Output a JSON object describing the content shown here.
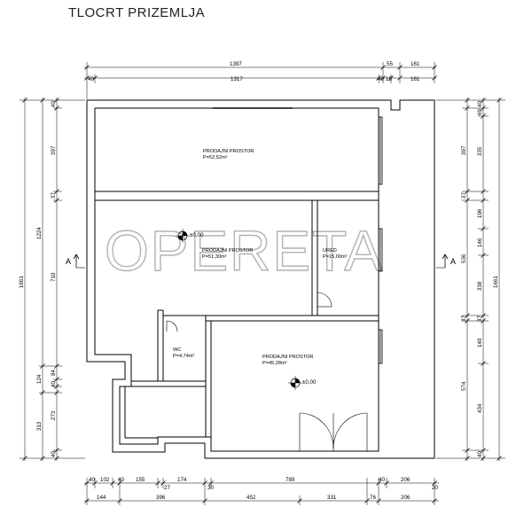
{
  "title": "TLOCRT PRIZEMLJA",
  "watermark": "OPERETA",
  "top_dims": {
    "row1": [
      "1397",
      "55",
      "161"
    ],
    "row2": [
      "40",
      "1317",
      "40",
      "15",
      "161"
    ]
  },
  "left_dims": {
    "outer": "1661",
    "middle": [
      "1224",
      "124",
      "313"
    ],
    "inner": [
      "40",
      "397",
      "37",
      "710",
      "84",
      "40",
      "273",
      "40"
    ]
  },
  "right_dims": {
    "outer": "1661",
    "middle": [
      "397",
      "37",
      "536",
      "37",
      "574"
    ],
    "inner": [
      "40",
      "69",
      "335",
      "196",
      "146",
      "338",
      "37",
      "140",
      "434",
      "40"
    ]
  },
  "bottom_dims": {
    "row1": [
      "40",
      "102",
      "40",
      "155",
      "27",
      "174",
      "30",
      "789",
      "40",
      "206",
      "20"
    ],
    "row2": [
      "144",
      "396",
      "452",
      "331",
      "76",
      "206"
    ]
  },
  "rooms": [
    {
      "name": "PRODAJNI PROSTOR",
      "area": "P=52,52m²"
    },
    {
      "name": "PRODAJNI PROSTOR",
      "area": "P=51,30m²"
    },
    {
      "name": "URED",
      "area": "P=15,00m²"
    },
    {
      "name": "WC",
      "area": "P=4,74m²"
    },
    {
      "name": "PRODAJNI PROSTOR",
      "area": "P=45,28m²"
    }
  ],
  "levels": [
    "±0,00",
    "±0,00"
  ],
  "section_labels": [
    "A",
    "A"
  ]
}
